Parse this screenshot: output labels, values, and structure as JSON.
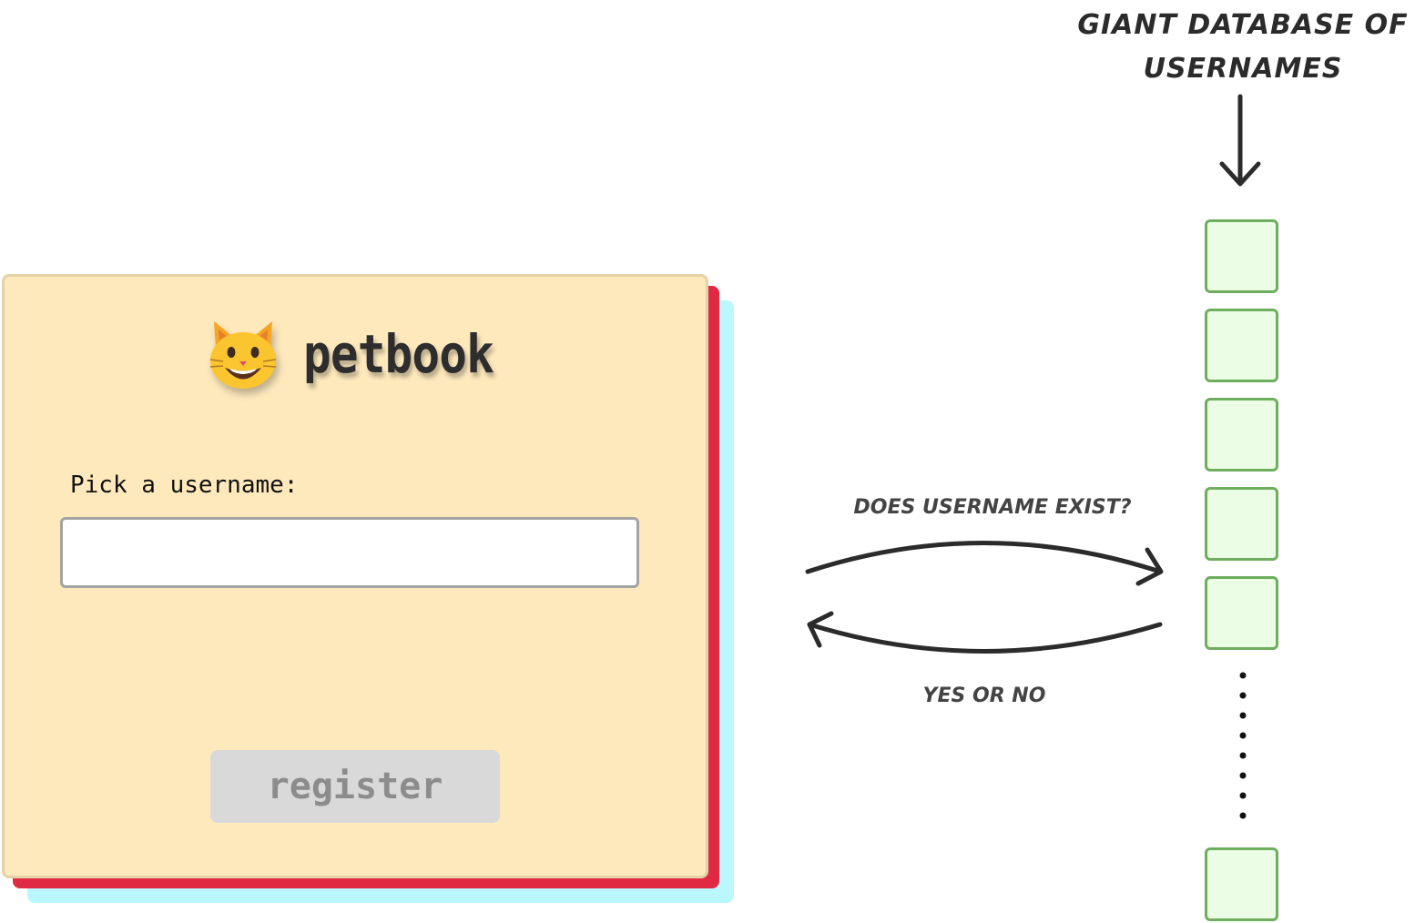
{
  "app": {
    "name": "petbook",
    "logo_icon": "grinning-cat-icon"
  },
  "signup": {
    "label": "Pick a username:",
    "input_value": "",
    "register_label": "register"
  },
  "diagram": {
    "database_title_line1": "GIANT DATABASE OF",
    "database_title_line2": "USERNAMES",
    "query_label": "DOES USERNAME EXIST?",
    "reply_label": "YES OR NO"
  },
  "colors": {
    "card_background": "#fee9bd",
    "card_shadow_red": "#e02a44",
    "card_shadow_cyan": "#baf7ff",
    "record_fill": "#ebfde4",
    "record_border": "#6fae5e",
    "ink": "#2b2b2b"
  }
}
